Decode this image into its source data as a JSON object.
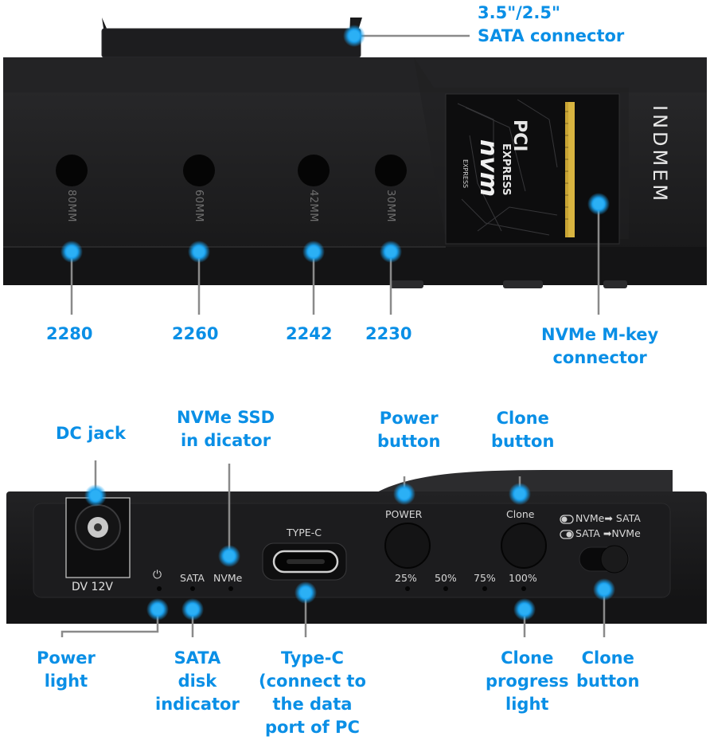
{
  "brand": "INDMEM",
  "top_device": {
    "slot_labels": [
      "80MM",
      "60MM",
      "42MM",
      "30MM"
    ],
    "card_text": {
      "pci": "PCI",
      "express": "EXPRESS",
      "nvm": "nvm",
      "nvm_express": "EXPRESS"
    }
  },
  "bottom_device": {
    "dv_label": "DV 12V",
    "power_symbol": "⏻",
    "sata_label": "SATA",
    "nvme_label": "NVMe",
    "typec_label": "TYPE-C",
    "power_label": "POWER",
    "clone_label": "Clone",
    "progress_labels": [
      "25%",
      "50%",
      "75%",
      "100%"
    ],
    "mode_lines": [
      "NVMe➡ SATA",
      "SATA ➡NVMe"
    ]
  },
  "callouts": {
    "sata_connector": [
      "3.5\"/2.5\"",
      "SATA connector"
    ],
    "size_2280": "2280",
    "size_2260": "2260",
    "size_2242": "2242",
    "size_2230": "2230",
    "nvme_mkey": [
      "NVMe M-key",
      "connector"
    ],
    "dc_jack": "DC jack",
    "nvme_ssd_indicator": [
      "NVMe SSD",
      "in dicator"
    ],
    "power_button": [
      "Power",
      "button"
    ],
    "clone_button_top": [
      "Clone",
      "button"
    ],
    "power_light": [
      "Power",
      "light"
    ],
    "sata_disk_indicator": [
      "SATA",
      "disk",
      "indicator"
    ],
    "type_c": [
      "Type-C",
      "(connect to",
      "the data",
      "port of PC"
    ],
    "clone_progress": [
      "Clone",
      "progress",
      "light"
    ],
    "clone_button_bottom": [
      "Clone",
      "button"
    ]
  },
  "colors": {
    "accent": "#0a8fe6",
    "dot": "#1aa3f0",
    "device": "#1c1c1e",
    "line": "#8a8a8a"
  }
}
